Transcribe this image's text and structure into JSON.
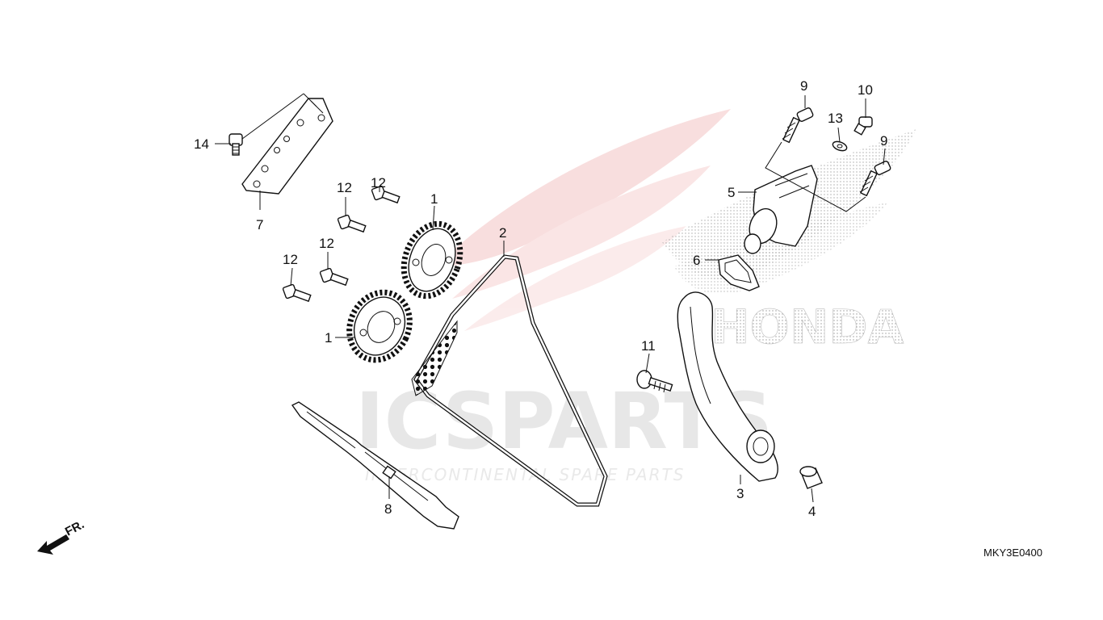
{
  "diagram": {
    "drawing_code": "MKY3E0400",
    "front_label": "FR.",
    "watermark": {
      "brand": "ICSPARTS",
      "tagline": "INTERCONTINENTAL SPARE PARTS",
      "logo": "HONDA"
    },
    "callouts": [
      {
        "id": "c1a",
        "label": "1"
      },
      {
        "id": "c1b",
        "label": "1"
      },
      {
        "id": "c2",
        "label": "2"
      },
      {
        "id": "c3",
        "label": "3"
      },
      {
        "id": "c4",
        "label": "4"
      },
      {
        "id": "c5",
        "label": "5"
      },
      {
        "id": "c6",
        "label": "6"
      },
      {
        "id": "c7",
        "label": "7"
      },
      {
        "id": "c8",
        "label": "8"
      },
      {
        "id": "c9a",
        "label": "9"
      },
      {
        "id": "c9b",
        "label": "9"
      },
      {
        "id": "c10",
        "label": "10"
      },
      {
        "id": "c11",
        "label": "11"
      },
      {
        "id": "c12a",
        "label": "12"
      },
      {
        "id": "c12b",
        "label": "12"
      },
      {
        "id": "c12c",
        "label": "12"
      },
      {
        "id": "c12d",
        "label": "12"
      },
      {
        "id": "c13",
        "label": "13"
      },
      {
        "id": "c14",
        "label": "14"
      }
    ]
  }
}
